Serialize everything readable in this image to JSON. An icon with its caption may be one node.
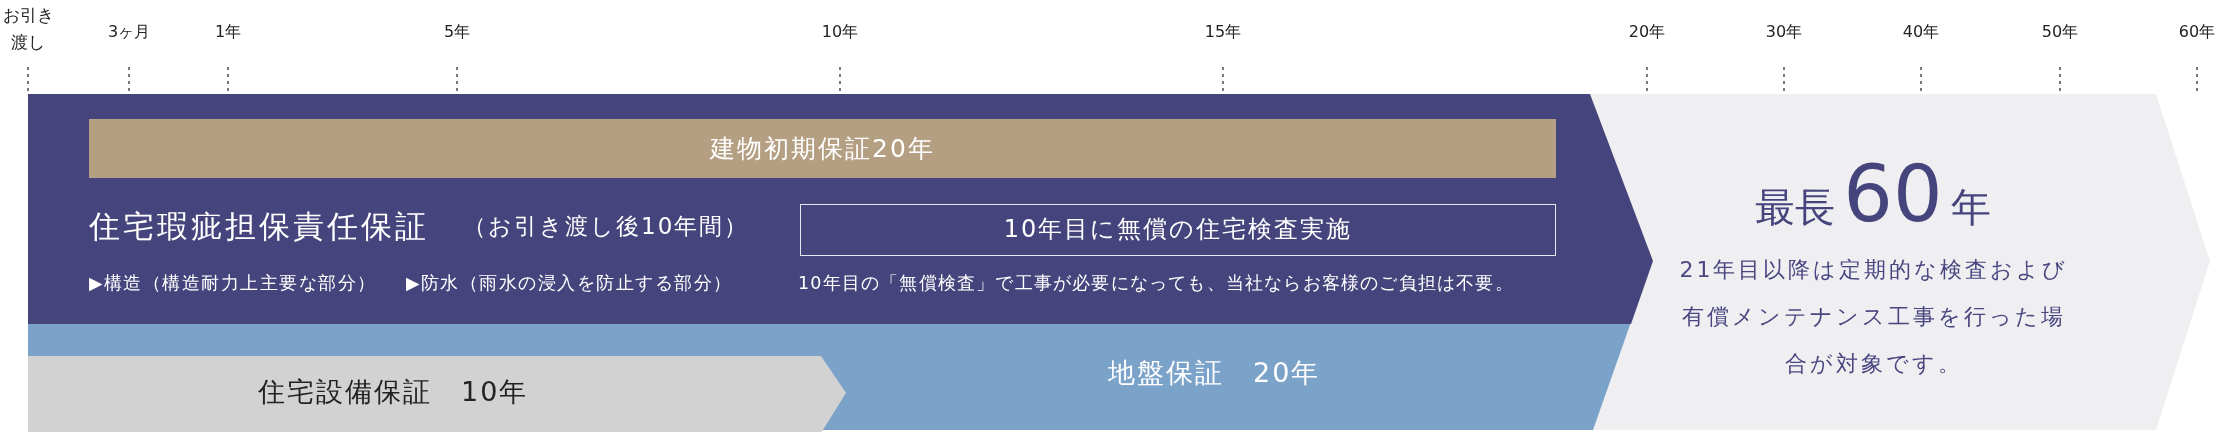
{
  "diagram": {
    "nodes": [
      {
        "text": [
          "住宅瑕疵担保責任保証",
          "（お引き渡し後10年間）",
          "▶構造（構造耐力上主要な部分）",
          "▶防水（雨水の浸入を防止する部分）",
          "10年目の「無償検査」で工事が必要になっても、当社ならお客様のご負担は不要。"
        ]
      },
      {
        "text": [
          "建物初期保証20年"
        ],
        "in": 0
      },
      {
        "text": [
          "10年目に無償の住宅検査実施"
        ],
        "in": 0
      },
      {
        "text": [
          "地盤保証　20年"
        ]
      },
      {
        "text": [
          "住宅設備保証　10年"
        ],
        "in": 3
      },
      {
        "text": [
          "最長60年",
          "21年目以降は定期的な検査および有償メンテナンス工事を行った場合が対象です。"
        ]
      }
    ],
    "edges": [],
    "labels": [
      "お引き渡し",
      "3ヶ月",
      "1年",
      "5年",
      "10年",
      "15年",
      "20年",
      "30年",
      "40年",
      "50年",
      "60年"
    ]
  }
}
